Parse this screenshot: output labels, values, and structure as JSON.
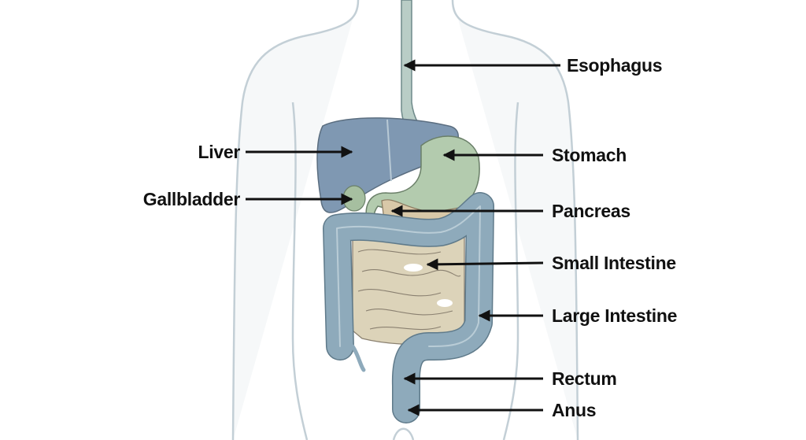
{
  "labels": {
    "esophagus": "Esophagus",
    "liver": "Liver",
    "stomach": "Stomach",
    "gallbladder": "Gallbladder",
    "pancreas": "Pancreas",
    "small_intestine": "Small Intestine",
    "large_intestine": "Large Intestine",
    "rectum": "Rectum",
    "anus": "Anus"
  },
  "colors": {
    "body_outline": "#c3cfd6",
    "liver": "#7f98b2",
    "stomach": "#b3cbae",
    "small_intestine": "#dcd3b9",
    "large_intestine": "#8eaabb",
    "pancreas": "#d8c8a8",
    "arrow": "#111111"
  }
}
